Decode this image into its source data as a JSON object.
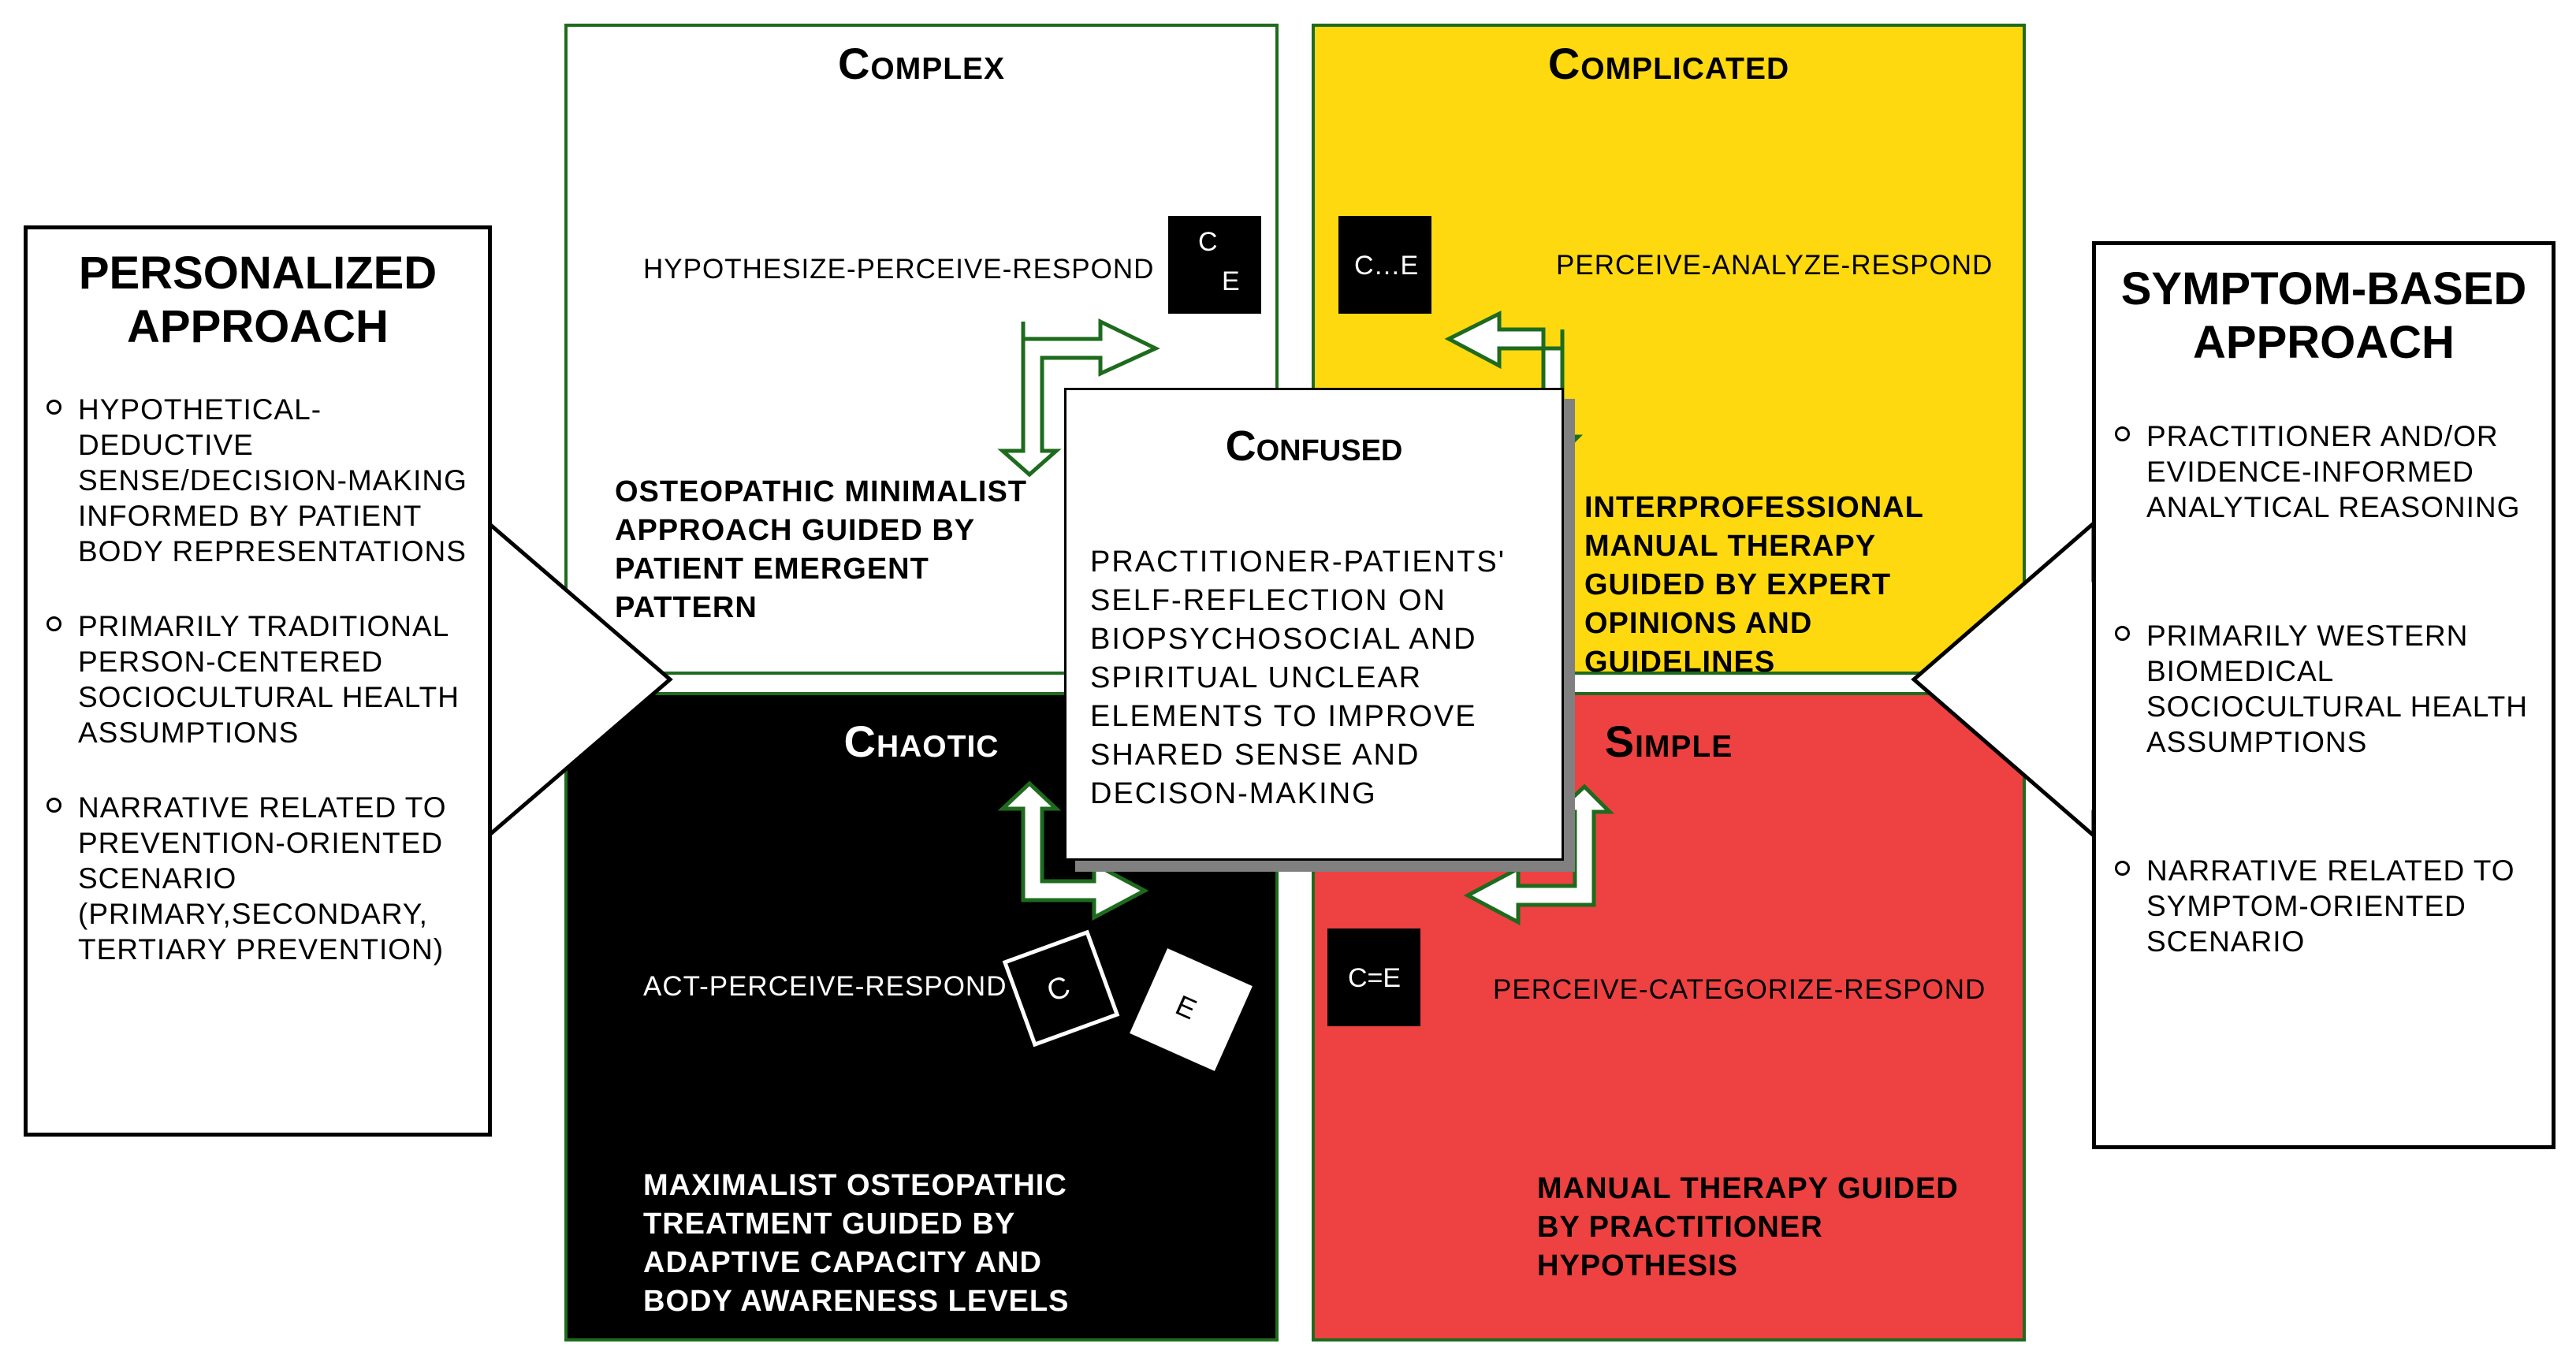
{
  "colors": {
    "complicated": "#FFD90F",
    "simple": "#EE4141",
    "chaotic": "#000000",
    "arrow_stroke": "#1E6B1E",
    "shadow": "#808080"
  },
  "quadrants": {
    "complex": {
      "title": "Complex",
      "process": "HYPOTHESIZE-PERCEIVE-RESPOND",
      "description": "OSTEOPATHIC MINIMALIST APPROACH GUIDED BY PATIENT EMERGENT PATTERN",
      "badge": [
        "C",
        "E"
      ]
    },
    "complicated": {
      "title": "Complicated",
      "process": "PERCEIVE-ANALYZE-RESPOND",
      "description": "INTERPROFESSIONAL MANUAL THERAPY GUIDED BY EXPERT OPINIONS AND GUIDELINES",
      "badge": "C…E"
    },
    "chaotic": {
      "title": "Chaotic",
      "process": "ACT-PERCEIVE-RESPOND",
      "description": "MAXIMALIST OSTEOPATHIC TREATMENT GUIDED BY ADAPTIVE CAPACITY AND BODY AWARENESS LEVELS",
      "badge": [
        "C",
        "E"
      ]
    },
    "simple": {
      "title": "Simple",
      "process": "PERCEIVE-CATEGORIZE-RESPOND",
      "description": "MANUAL THERAPY GUIDED BY PRACTITIONER HYPOTHESIS",
      "badge": "C=E"
    }
  },
  "center": {
    "title": "Confused",
    "text": "PRACTITIONER-PATIENTS' SELF-REFLECTION ON BIOPSYCHOSOCIAL AND SPIRITUAL UNCLEAR ELEMENTS TO IMPROVE SHARED SENSE AND DECISON-MAKING"
  },
  "left_panel": {
    "title": "PERSONALIZED APPROACH",
    "items": [
      "HYPOTHETICAL-DEDUCTIVE SENSE/DECISION-MAKING INFORMED BY PATIENT BODY REPRESENTATIONS",
      "PRIMARILY TRADITIONAL PERSON-CENTERED SOCIOCULTURAL HEALTH ASSUMPTIONS",
      "NARRATIVE RELATED TO PREVENTION-ORIENTED SCENARIO (PRIMARY,SECONDARY, TERTIARY PREVENTION)"
    ]
  },
  "right_panel": {
    "title": "SYMPTOM-BASED APPROACH",
    "items": [
      "PRACTITIONER AND/OR EVIDENCE-INFORMED ANALYTICAL REASONING",
      "PRIMARILY WESTERN BIOMEDICAL SOCIOCULTURAL HEALTH ASSUMPTIONS",
      "NARRATIVE RELATED TO SYMPTOM-ORIENTED SCENARIO"
    ]
  }
}
